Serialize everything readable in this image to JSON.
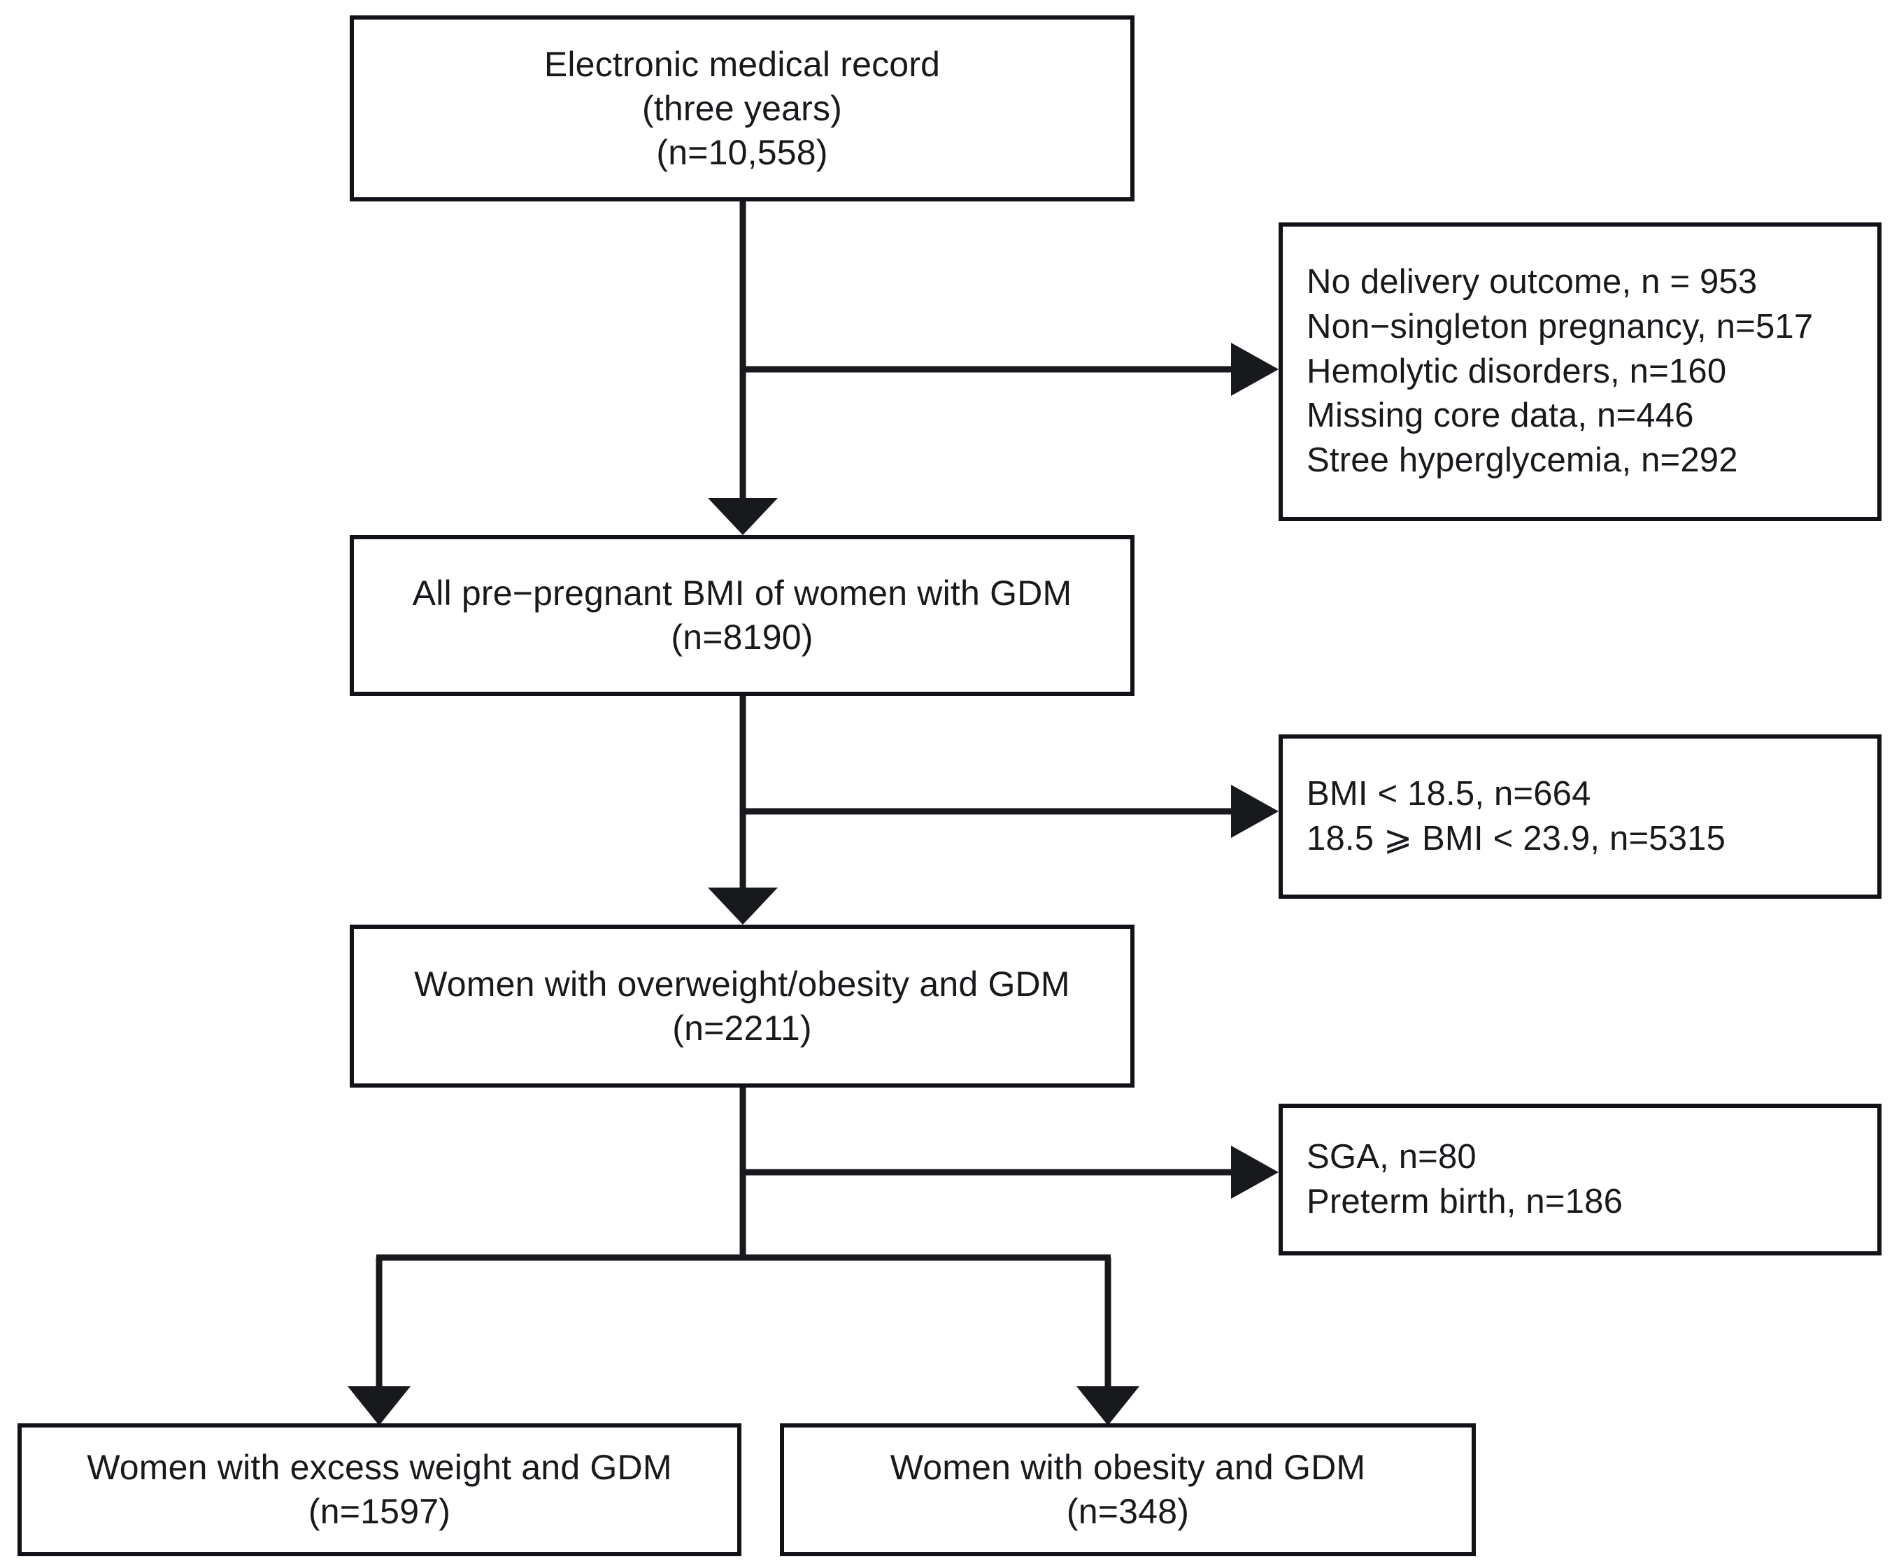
{
  "figure": {
    "type": "flowchart",
    "title": "Study participant selection flow diagram",
    "stroke_color": "#111318",
    "text_color": "#17191c",
    "background_color": "#ffffff"
  },
  "nodes": {
    "emr": {
      "name": "electronic-medical-record",
      "lines": [
        "Electronic medical record",
        "(three years)",
        "(n=10,558)"
      ],
      "n": 10558
    },
    "all_bmi": {
      "name": "all-pre-pregnant-bmi",
      "lines": [
        "All pre−pregnant BMI of women with GDM",
        "(n=8190)"
      ],
      "n": 8190
    },
    "overweight_obesity": {
      "name": "women-overweight-obesity-gdm",
      "lines": [
        "Women with overweight/obesity and GDM",
        "(n=2211)"
      ],
      "n": 2211
    },
    "excess_weight": {
      "name": "women-excess-weight-gdm",
      "lines": [
        "Women with excess weight and GDM",
        "(n=1597)"
      ],
      "n": 1597
    },
    "obesity": {
      "name": "women-obesity-gdm",
      "lines": [
        "Women with obesity and GDM",
        "(n=348)"
      ],
      "n": 348
    }
  },
  "exclusions": {
    "stage_1": {
      "name": "exclusion-criteria-stage-1",
      "lines": [
        "No delivery outcome, n = 953",
        "Non−singleton pregnancy, n=517",
        "Hemolytic disorders, n=160",
        "Missing core data, n=446",
        "Stree hyperglycemia, n=292"
      ],
      "items": [
        {
          "label": "No delivery outcome",
          "n": 953
        },
        {
          "label": "Non−singleton pregnancy",
          "n": 517
        },
        {
          "label": "Hemolytic disorders",
          "n": 160
        },
        {
          "label": "Missing core data",
          "n": 446
        },
        {
          "label": "Stree hyperglycemia",
          "n": 292
        }
      ]
    },
    "stage_2": {
      "name": "exclusion-criteria-stage-2",
      "lines": [
        "BMI < 18.5, n=664",
        "18.5 ⩾ BMI < 23.9, n=5315"
      ],
      "items": [
        {
          "label": "BMI < 18.5",
          "n": 664
        },
        {
          "label": "18.5 ⩾ BMI < 23.9",
          "n": 5315
        }
      ]
    },
    "stage_3": {
      "name": "exclusion-criteria-stage-3",
      "lines": [
        "SGA, n=80",
        "Preterm birth, n=186"
      ],
      "items": [
        {
          "label": "SGA",
          "n": 80
        },
        {
          "label": "Preterm birth",
          "n": 186
        }
      ]
    }
  },
  "connectors": [
    {
      "name": "emr-to-all-bmi",
      "kind": "vertical-arrow"
    },
    {
      "name": "emr-to-exclusion-1",
      "kind": "horizontal-arrow"
    },
    {
      "name": "all-bmi-to-overweight",
      "kind": "vertical-arrow"
    },
    {
      "name": "all-bmi-to-exclusion-2",
      "kind": "horizontal-arrow"
    },
    {
      "name": "overweight-to-exclusion-3",
      "kind": "horizontal-arrow"
    },
    {
      "name": "overweight-split-left-excess-weight",
      "kind": "elbow-arrow"
    },
    {
      "name": "overweight-split-right-obesity",
      "kind": "elbow-arrow"
    }
  ]
}
